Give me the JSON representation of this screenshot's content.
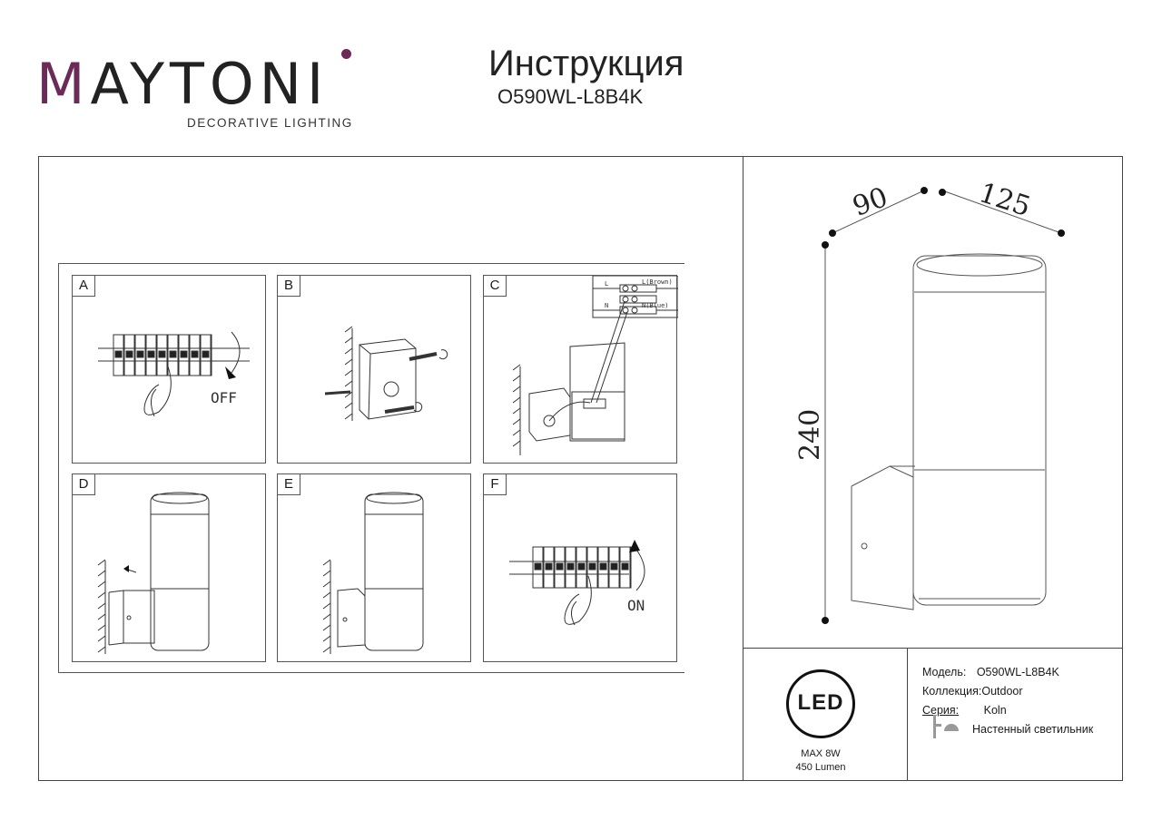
{
  "brand": {
    "name_rest": "AYTONI",
    "name_first": "M",
    "tagline": "DECORATIVE LIGHTING",
    "accent_color": "#6a2b57"
  },
  "document": {
    "title": "Инструкция",
    "model_code": "O590WL-L8B4K"
  },
  "steps": [
    {
      "label": "A",
      "text": "OFF"
    },
    {
      "label": "B"
    },
    {
      "label": "C",
      "terminals": [
        "L",
        "N"
      ],
      "wires": [
        "L(Brown)",
        "N(Blue)"
      ]
    },
    {
      "label": "D"
    },
    {
      "label": "E"
    },
    {
      "label": "F",
      "text": "ON"
    }
  ],
  "dimensions": {
    "depth": "90",
    "width": "125",
    "height": "240"
  },
  "specs": {
    "model_label": "Модель:",
    "model_value": "O590WL-L8B4K",
    "collection_label": "Коллекция:",
    "collection_value": "Outdoor",
    "series_label": "Серия:",
    "series_value": "Koln",
    "type_value": "Настенный светильник"
  },
  "led": {
    "badge": "LED",
    "power": "MAX 8W",
    "lumen": "450 Lumen"
  }
}
